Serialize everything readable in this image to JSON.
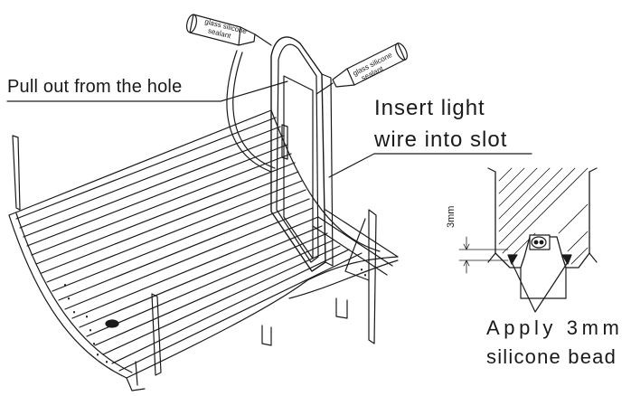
{
  "labels": {
    "pull_out": "Pull out from the hole",
    "insert_line1": "Insert light",
    "insert_line2": "wire into slot",
    "apply_line1": "Apply 3mm",
    "apply_line2": "silicone bead",
    "dimension": "3mm"
  },
  "tubes": {
    "tube1_line1": "glass silicone",
    "tube1_line2": "sealant",
    "tube2_line1": "glass silicone",
    "tube2_line2": "sealant"
  },
  "colors": {
    "line": "#1a1a1a",
    "background": "#ffffff"
  }
}
